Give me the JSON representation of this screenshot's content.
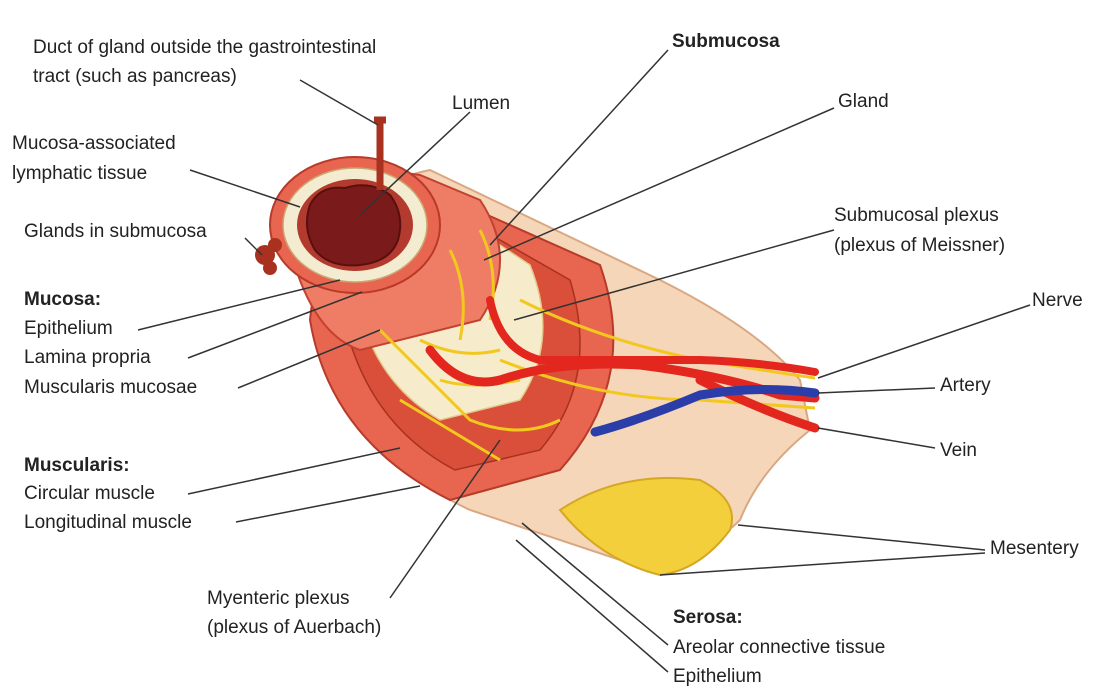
{
  "labels": {
    "duct_line1": "Duct of gland outside the gastrointestinal",
    "duct_line2": "tract (such as pancreas)",
    "lumen": "Lumen",
    "malt_line1": "Mucosa-associated",
    "malt_line2": "lymphatic tissue",
    "glands_submucosa": "Glands in submucosa",
    "mucosa_header": "Mucosa:",
    "epithelium": "Epithelium",
    "lamina_propria": "Lamina propria",
    "muscularis_mucosae": "Muscularis mucosae",
    "muscularis_header": "Muscularis:",
    "circular_muscle": "Circular muscle",
    "longitudinal_muscle": "Longitudinal muscle",
    "myenteric_line1": "Myenteric plexus",
    "myenteric_line2": "(plexus of Auerbach)",
    "submucosa": "Submucosa",
    "gland": "Gland",
    "submucosal_line1": "Submucosal plexus",
    "submucosal_line2": "(plexus of Meissner)",
    "nerve": "Nerve",
    "artery": "Artery",
    "vein": "Vein",
    "mesentery": "Mesentery",
    "serosa_header": "Serosa:",
    "areolar": "Areolar connective tissue",
    "serosa_epithelium": "Epithelium"
  },
  "colors": {
    "muscle": "#e8664f",
    "muscle_dark": "#c9402f",
    "submucosa": "#f4ecd0",
    "lumen": "#7a1a1a",
    "nerve": "#f2c81e",
    "artery": "#e3271e",
    "vein": "#2a3da8",
    "serosa": "#f5d6b8",
    "mesentery": "#f3cf3b"
  }
}
